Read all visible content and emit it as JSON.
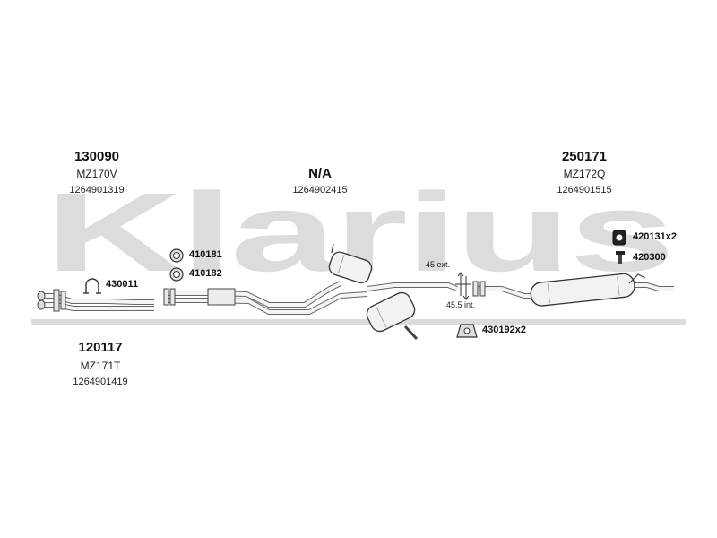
{
  "watermark": {
    "text": "Klarius",
    "color": "#d9d9d9"
  },
  "sections": {
    "front": {
      "code": "130090",
      "ref": "MZ170V",
      "number": "1264901319"
    },
    "middle": {
      "code": "N/A",
      "number": "1264902415"
    },
    "rear": {
      "code": "250171",
      "ref": "MZ172Q",
      "number": "1264901515"
    },
    "downpipe": {
      "code": "120117",
      "ref": "MZ171T",
      "number": "1264901419"
    }
  },
  "parts": {
    "clamp": "430011",
    "gasket_a": "410181",
    "gasket_b": "410182",
    "rubber_mount": "420131x2",
    "bolt": "420300",
    "hanger": "430192x2"
  },
  "dimensions": {
    "ext": "45 ext.",
    "int": "45.5 int."
  }
}
